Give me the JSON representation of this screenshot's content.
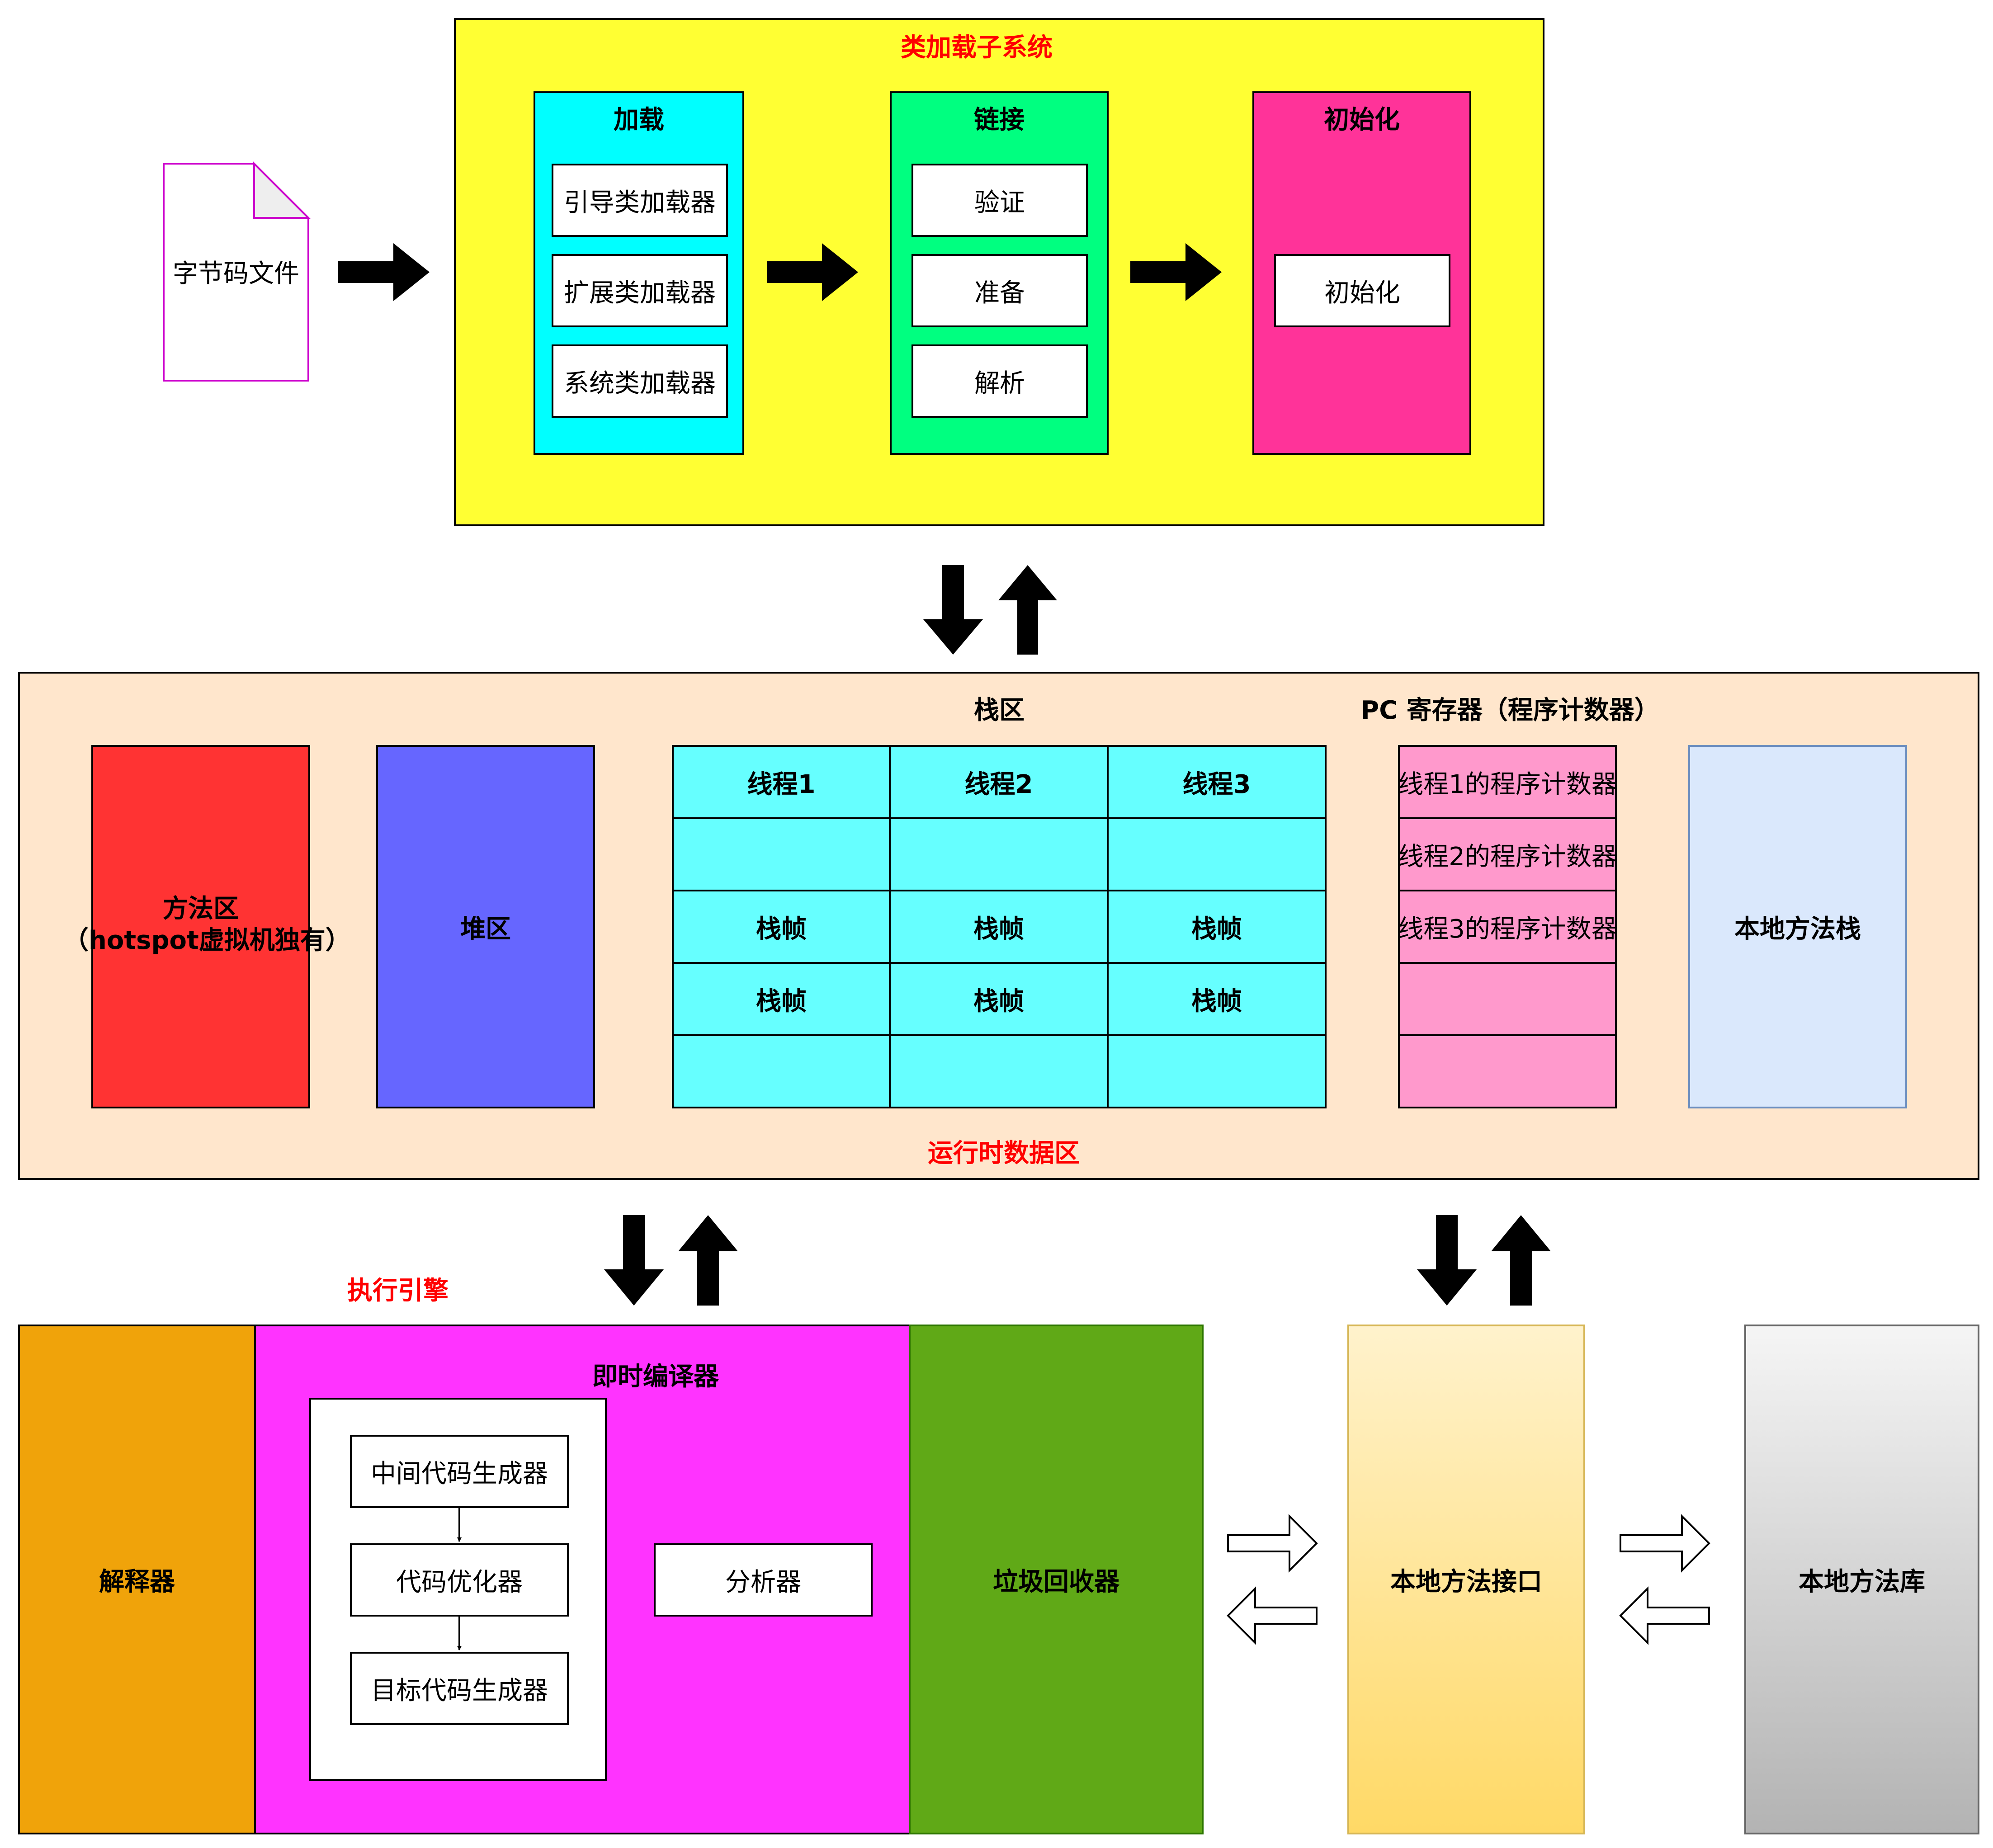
{
  "colors": {
    "class_loader_bg": "#ffff33",
    "loading_bg": "#00ffff",
    "linking_bg": "#00ff80",
    "init_bg": "#ff3399",
    "runtime_bg": "#ffe6cc",
    "method_area_bg": "#ff3333",
    "heap_bg": "#6666ff",
    "stack_bg": "#66ffff",
    "pc_bg": "#ff99cc",
    "native_stack_bg": "#dae8fc",
    "interpreter_bg": "#f0a30a",
    "jit_bg": "#ff33ff",
    "gc_bg": "#60a917",
    "native_iface_bg": "#fff2cc",
    "native_lib_bg": "#e6e6e6",
    "label_red": "#ff0000",
    "bytecode_border": "#cc00cc"
  },
  "bytecode_file": {
    "label": "字节码文件"
  },
  "class_loader": {
    "title": "类加载子系统",
    "loading": {
      "title": "加载",
      "items": [
        "引导类加载器",
        "扩展类加载器",
        "系统类加载器"
      ]
    },
    "linking": {
      "title": "链接",
      "items": [
        "验证",
        "准备",
        "解析"
      ]
    },
    "initialization": {
      "title": "初始化",
      "items": [
        "初始化"
      ]
    }
  },
  "runtime": {
    "title": "运行时数据区",
    "method_area": {
      "line1": "方法区",
      "line2": "（hotspot虚拟机独有）"
    },
    "heap": {
      "label": "堆区"
    },
    "stack": {
      "title": "栈区",
      "headers": [
        "线程1",
        "线程2",
        "线程3"
      ],
      "rows": [
        [
          "",
          "",
          ""
        ],
        [
          "栈帧",
          "栈帧",
          "栈帧"
        ],
        [
          "栈帧",
          "栈帧",
          "栈帧"
        ],
        [
          "",
          "",
          ""
        ]
      ]
    },
    "pc": {
      "title": "PC 寄存器（程序计数器）",
      "items": [
        "线程1的程序计数器",
        "线程2的程序计数器",
        "线程3的程序计数器",
        "",
        ""
      ]
    },
    "native_stack": {
      "label": "本地方法栈"
    }
  },
  "execution_engine": {
    "title": "执行引擎",
    "interpreter": {
      "label": "解释器"
    },
    "jit": {
      "title": "即时编译器",
      "pipeline": [
        "中间代码生成器",
        "代码优化器",
        "目标代码生成器"
      ],
      "analyzer": "分析器"
    },
    "gc": {
      "label": "垃圾回收器"
    }
  },
  "native_interface": {
    "label": "本地方法接口"
  },
  "native_library": {
    "label": "本地方法库"
  }
}
